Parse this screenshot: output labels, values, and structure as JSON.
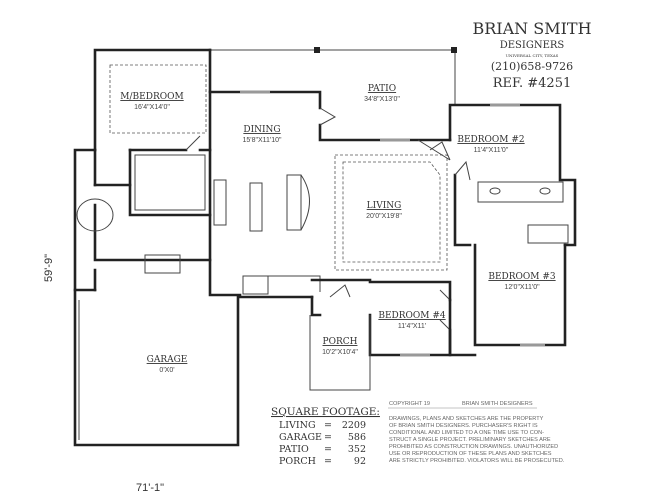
{
  "title_block": {
    "company": "BRIAN SMITH",
    "subtitle": "DESIGNERS",
    "location": "UNIVERSAL CITY, TEXAS",
    "phone": "(210)658-9726",
    "ref": "REF. #4251"
  },
  "rooms": [
    {
      "name": "M/BEDROOM",
      "size": "16'4\"X14'0\""
    },
    {
      "name": "PATIO",
      "size": "34'8\"X13'0\""
    },
    {
      "name": "DINING",
      "size": "15'8\"X11'10\""
    },
    {
      "name": "BEDROOM #2",
      "size": "11'4\"X11'0\""
    },
    {
      "name": "LIVING",
      "size": "20'0\"X19'8\""
    },
    {
      "name": "BEDROOM #3",
      "size": "12'0\"X11'0\""
    },
    {
      "name": "BEDROOM #4",
      "size": "11'4\"X11'"
    },
    {
      "name": "PORCH",
      "size": "10'2\"X10'4\""
    },
    {
      "name": "GARAGE",
      "size": "0'X0'"
    }
  ],
  "dimensions": {
    "depth": "59'-9\"",
    "width": "71'-1\""
  },
  "square_footage": {
    "title": "SQUARE FOOTAGE:",
    "rows": [
      {
        "label": "LIVING",
        "eq": "=",
        "value": "2209"
      },
      {
        "label": "GARAGE",
        "eq": "=",
        "value": "586"
      },
      {
        "label": "PATIO",
        "eq": "=",
        "value": "352"
      },
      {
        "label": "PORCH",
        "eq": "=",
        "value": "92"
      }
    ]
  },
  "copyright": {
    "header_left": "COPYRIGHT 19",
    "header_right": "BRIAN SMITH DESIGNERS",
    "lines": [
      "DRAWINGS, PLANS AND SKETCHES ARE THE PROPERTY",
      "OF BRIAN SMITH DESIGNERS.  PURCHASER'S RIGHT IS",
      "CONDITIONAL AND LIMITED TO A ONE TIME USE TO CON-",
      "STRUCT A SINGLE PROJECT.  PRELIMINARY SKETCHES ARE",
      "PROHIBITED AS CONSTRUCTION DRAWINGS.  UNAUTHORIZED",
      "USE OR REPRODUCTION OF THESE PLANS AND SKETCHES",
      "ARE STRICTLY PROHIBITED.  VIOLATORS WILL BE PROSECUTED."
    ]
  }
}
